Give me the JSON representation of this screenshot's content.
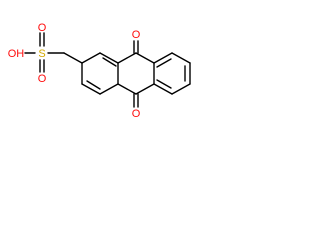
{
  "molecule": {
    "atoms": [
      {
        "id": "s",
        "symbol": "S"
      },
      {
        "id": "o1",
        "symbol": "O"
      },
      {
        "id": "o2",
        "symbol": "O"
      },
      {
        "id": "oh",
        "symbol": "OH"
      },
      {
        "id": "o_top",
        "symbol": "O"
      },
      {
        "id": "o_bottom",
        "symbol": "O"
      }
    ]
  },
  "colors": {
    "carbon_bond": "#000000",
    "oxygen": "#ff0d0d",
    "sulfur": "#d4aa00"
  }
}
